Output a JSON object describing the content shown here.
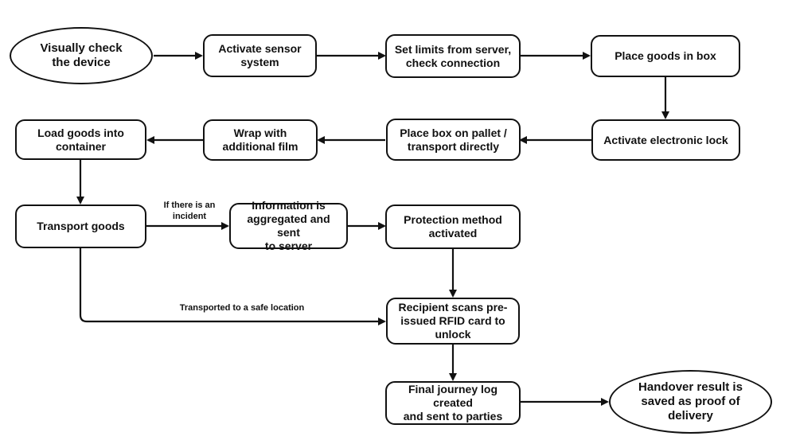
{
  "nodes": {
    "visual_check": "Visually check\nthe device",
    "activate_sensor": "Activate sensor\nsystem",
    "set_limits": "Set limits from server,\ncheck connection",
    "place_goods": "Place goods in box",
    "activate_lock": "Activate electronic lock",
    "place_box": "Place box on pallet /\ntransport directly",
    "wrap_film": "Wrap with\nadditional film",
    "load_goods": "Load goods into\ncontainer",
    "transport_goods": "Transport goods",
    "info_aggregated": "Information is\naggregated and sent\nto server",
    "protection": "Protection method\nactivated",
    "recipient_scans": "Recipient scans pre-\nissued RFID card to\nunlock",
    "final_log": "Final journey log created\nand sent to parties",
    "handover": "Handover result is\nsaved as proof of\ndelivery"
  },
  "edge_labels": {
    "incident": "If there is an\nincident",
    "safe_location": "Transported to a safe location"
  }
}
